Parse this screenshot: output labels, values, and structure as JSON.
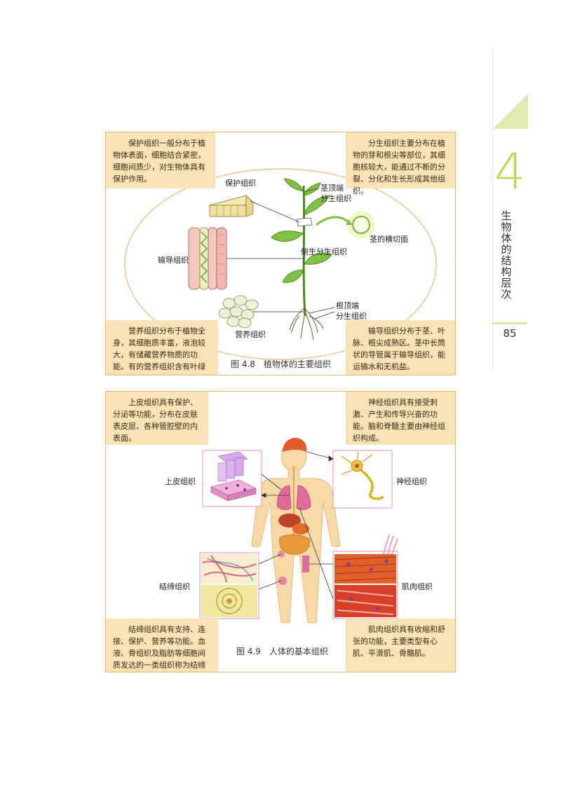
{
  "side_tab": {
    "chapter_number": "4",
    "chapter_title": "生物体的结构层次",
    "page_number": "85"
  },
  "figure_4_8": {
    "caption_number": "图 4.8",
    "caption_text": "植物体的主要组织",
    "boxes": {
      "protective": "保护组织一般分布于植物体表面，细胞结合紧密，细胞间质少，对生物体具有保护作用。",
      "meristem": "分生组织主要分布在植物的芽和根尖等部位，其细胞核较大，能通过不断的分裂、分化和生长形成其他组织。",
      "nutritive": "营养组织分布于植物全身，其细胞质丰富，液泡较大，有储藏营养物质的功能。有的营养组织含有叶绿体，能进行光合作用。",
      "conductive": "输导组织分布于茎、叶脉、根尖成熟区。茎中长筒状的导管属于输导组织，能运输水和无机盐。"
    },
    "labels": {
      "protective": "保护组织",
      "conductive": "输导组织",
      "nutritive": "营养组织",
      "stem_apex_line1": "茎顶端",
      "stem_apex_line2": "分生组织",
      "lateral": "侧生分生组织",
      "stem_cross": "茎的横切面",
      "root_apex_line1": "根顶端",
      "root_apex_line2": "分生组织"
    }
  },
  "figure_4_9": {
    "caption_number": "图 4.9",
    "caption_text": "人体的基本组织",
    "boxes": {
      "epithelial": "上皮组织具有保护、分泌等功能，分布在皮肤表皮层、各种管腔壁的内表面。",
      "nervous": "神经组织具有接受刺激、产生和传导兴奋的功能。脑和脊髓主要由神经组织构成。",
      "connective": "结缔组织具有支持、连接、保护、营养等功能。血液、骨组织及脂肪等细胞间质发达的一类组织称为结缔组织。",
      "muscle": "肌肉组织具有收缩和舒张的功能，主要类型有心肌、平滑肌、骨骼肌。"
    },
    "labels": {
      "epithelial": "上皮组织",
      "nervous": "神经组织",
      "connective": "结缔组织",
      "muscle": "肌肉组织"
    }
  },
  "colors": {
    "panel_border": "#e9b86e",
    "box_fill": "#fbe3b8",
    "chapter_accent": "#b9d95a",
    "oval": "#f0c48a"
  }
}
